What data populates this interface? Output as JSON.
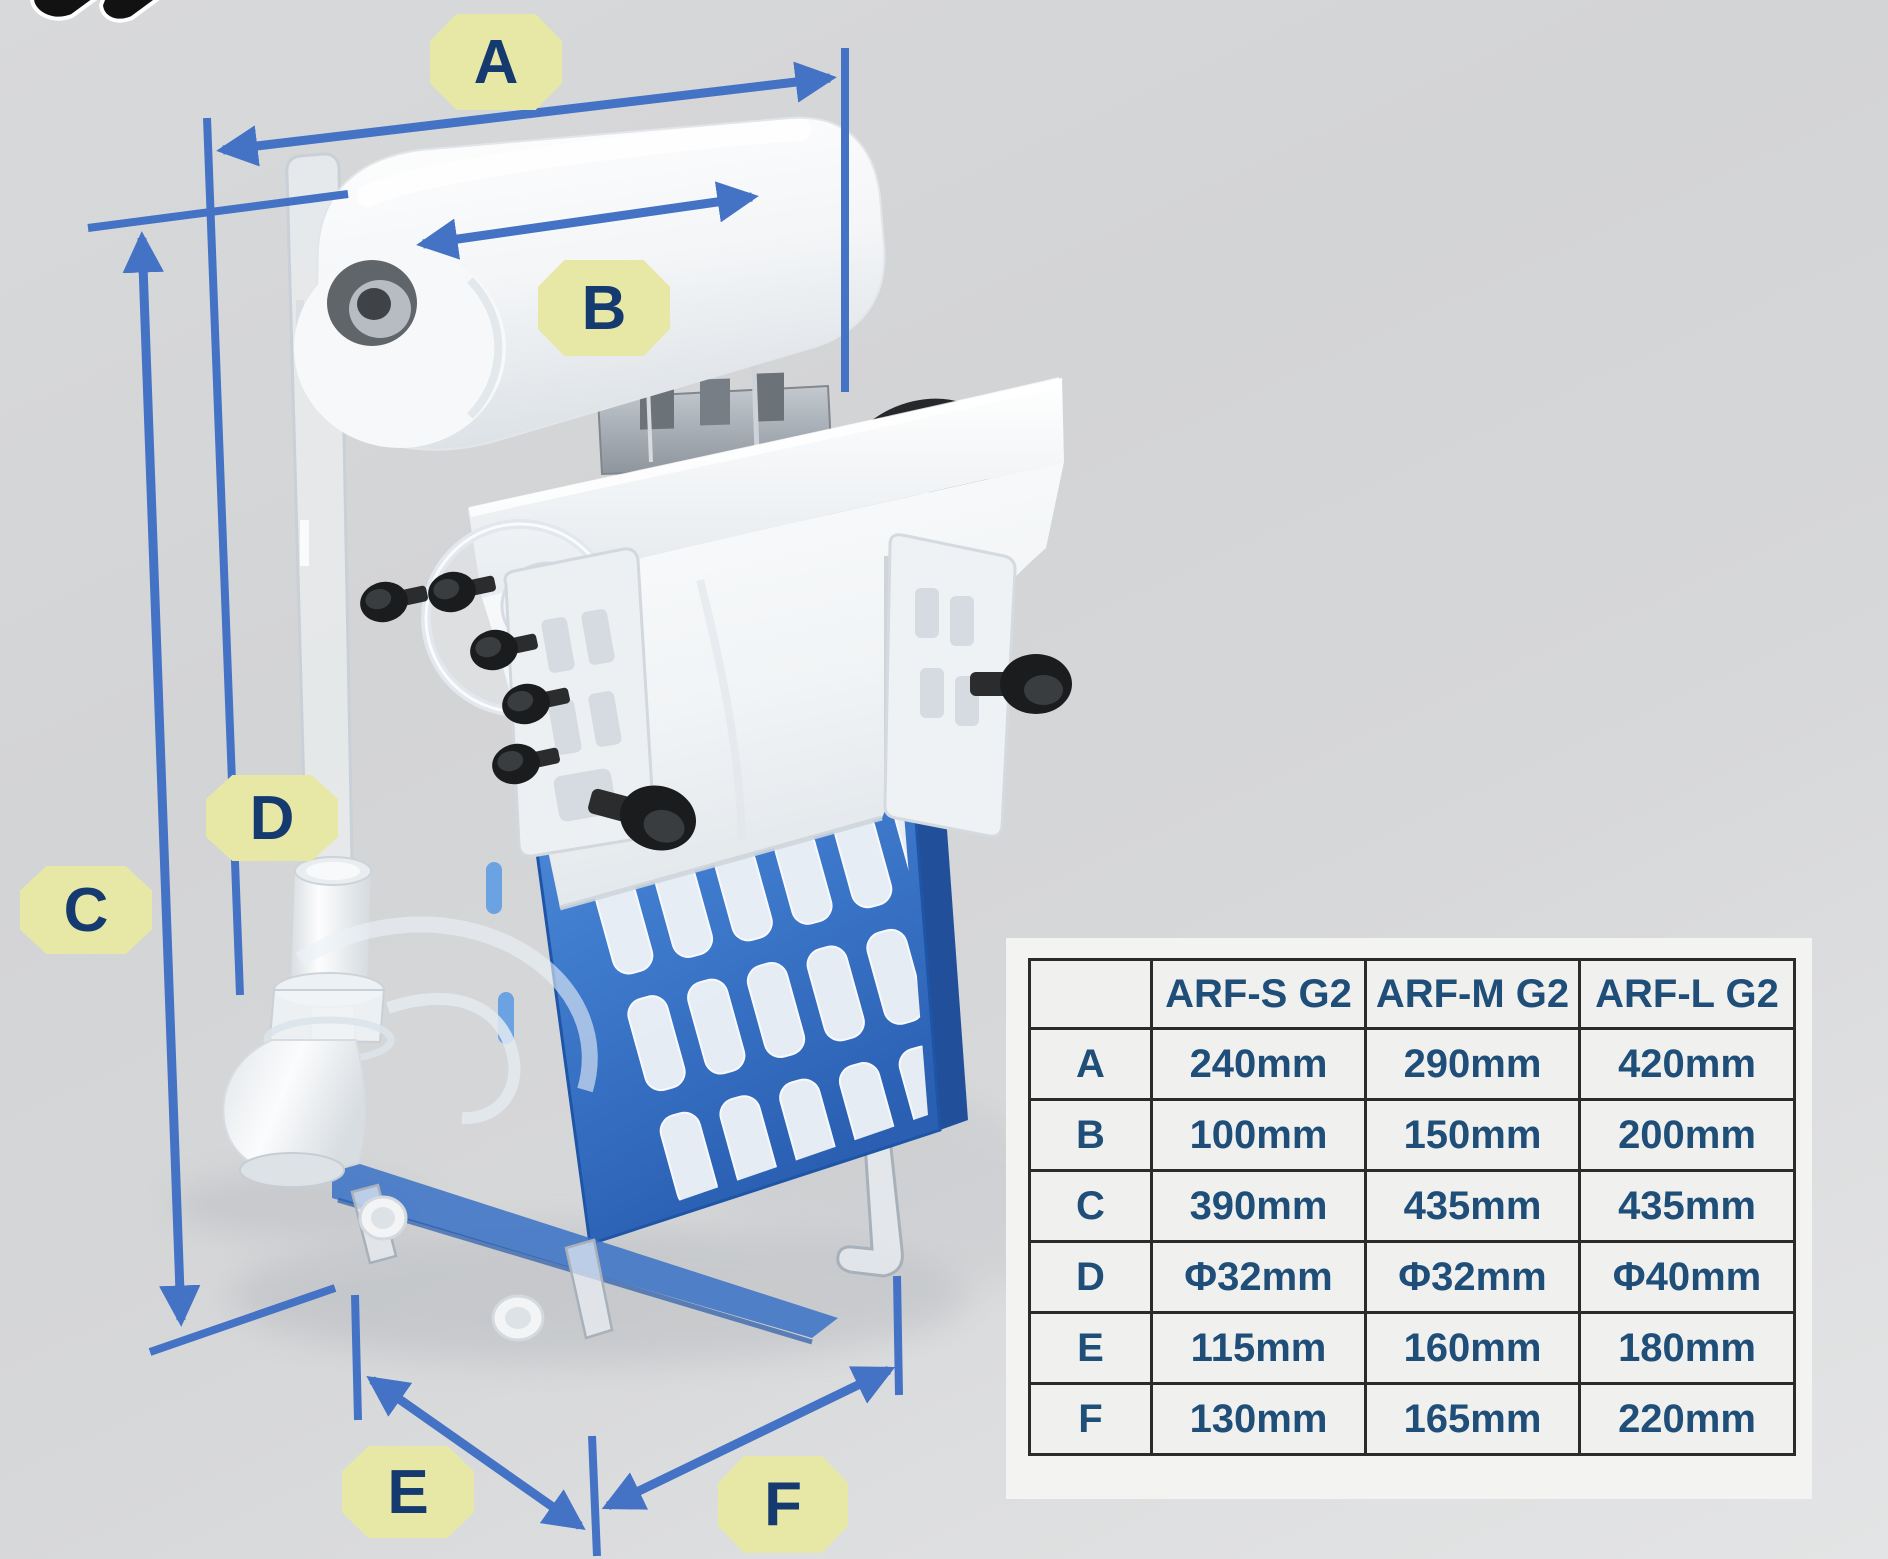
{
  "page": {
    "description": "Aquarium roller fleece filter dimension diagram with spec table",
    "background_color": "#d6d7d9"
  },
  "logo": {
    "name": "partial-brand-logo",
    "text": ""
  },
  "colors": {
    "dimension_line": "#4472c4",
    "badge_fill": "#e7e8a6",
    "badge_text": "#143a70",
    "table_text": "#1f4e79",
    "table_border": "#2b2b2b",
    "table_cell": "#f0f0ee",
    "cassette_blue": "#3f7bcd",
    "roll_white": "#f6f8f9"
  },
  "badges": [
    {
      "label": "A"
    },
    {
      "label": "B"
    },
    {
      "label": "C"
    },
    {
      "label": "D"
    },
    {
      "label": "E"
    },
    {
      "label": "F"
    }
  ],
  "table": {
    "columns": [
      "",
      "ARF-S G2",
      "ARF-M G2",
      "ARF-L G2"
    ],
    "rows": [
      {
        "label": "A",
        "values": [
          "240mm",
          "290mm",
          "420mm"
        ]
      },
      {
        "label": "B",
        "values": [
          "100mm",
          "150mm",
          "200mm"
        ]
      },
      {
        "label": "C",
        "values": [
          "390mm",
          "435mm",
          "435mm"
        ]
      },
      {
        "label": "D",
        "values": [
          "Φ32mm",
          "Φ32mm",
          "Φ40mm"
        ]
      },
      {
        "label": "E",
        "values": [
          "115mm",
          "160mm",
          "180mm"
        ]
      },
      {
        "label": "F",
        "values": [
          "130mm",
          "165mm",
          "220mm"
        ]
      }
    ]
  },
  "illustration": {
    "name": "roller-filter-3d-render",
    "parts": [
      "fresh-fleece-roll",
      "drive-motor",
      "power-cable",
      "fleece-web",
      "filter-cassette",
      "inlet-pipe-elbow",
      "acrylic-frame",
      "thumb-screws"
    ]
  }
}
